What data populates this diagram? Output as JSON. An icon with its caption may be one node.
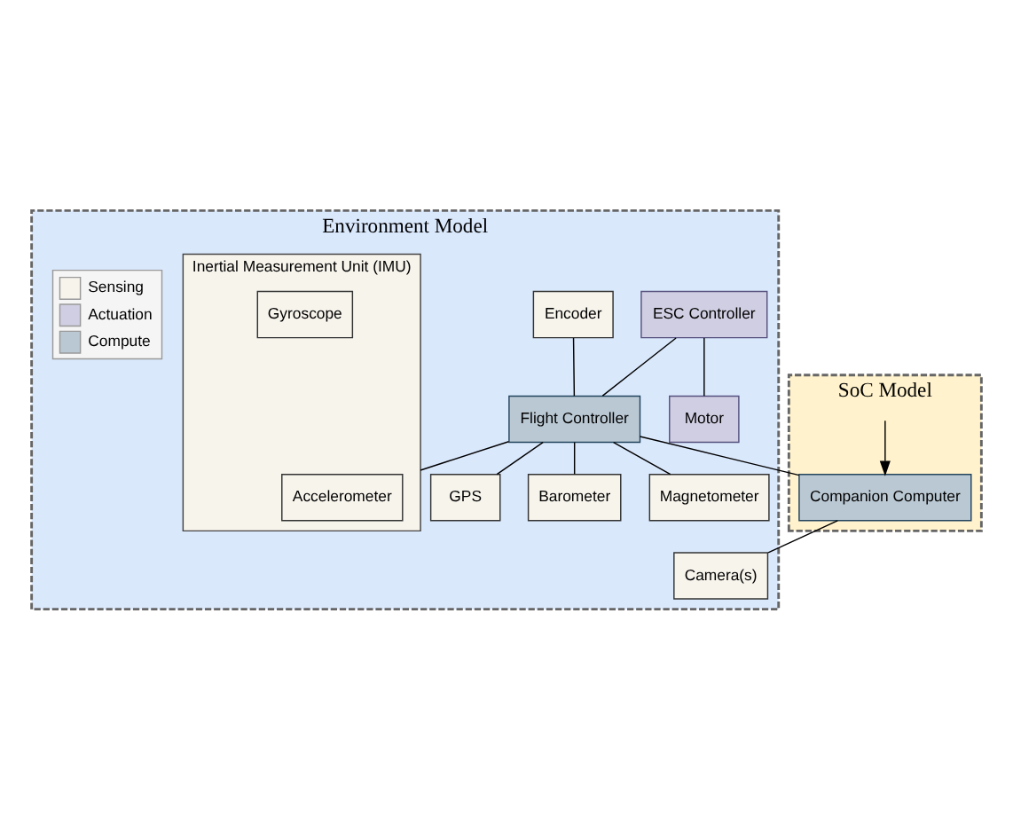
{
  "diagram": {
    "nodes": [
      {
        "text": [
          "Environment Model"
        ]
      },
      {
        "text": [
          "SoC Model"
        ]
      },
      {
        "text": [
          "ESC Controller"
        ],
        "in": 0
      },
      {
        "text": [
          "Motor"
        ],
        "in": 0
      },
      {
        "text": [
          "Encoder"
        ],
        "in": 0
      },
      {
        "text": [
          "Flight Controller"
        ],
        "in": 0
      },
      {
        "text": [
          "Companion Computer"
        ],
        "in": 1
      },
      {
        "text": [
          "Inertial Measurement Unit (IMU)"
        ],
        "in": 0
      },
      {
        "text": [
          "Accelerometer"
        ],
        "in": 7
      },
      {
        "text": [
          "Gyroscope"
        ],
        "in": 7
      },
      {
        "text": [
          "Magnetometer"
        ],
        "in": 0
      },
      {
        "text": [
          "GPS"
        ],
        "in": 0
      },
      {
        "text": [
          "Barometer"
        ],
        "in": 0
      },
      {
        "text": [
          "Camera(s)"
        ],
        "in": 0
      }
    ],
    "edges": [
      {
        "from": 2,
        "to": 3,
        "arrow": "none"
      },
      {
        "from": 2,
        "to": 5,
        "arrow": "none"
      },
      {
        "from": 4,
        "to": 5,
        "arrow": "none"
      },
      {
        "from": 5,
        "to": 6,
        "arrow": "none"
      },
      {
        "from": null,
        "to": 6,
        "arrow": "to"
      },
      {
        "from": 5,
        "to": 7,
        "arrow": "none"
      },
      {
        "from": 5,
        "to": 10,
        "arrow": "none"
      },
      {
        "from": 5,
        "to": 11,
        "arrow": "none"
      },
      {
        "from": 5,
        "to": 12,
        "arrow": "none"
      },
      {
        "from": 6,
        "to": 13,
        "arrow": "none"
      }
    ],
    "legend": [
      {
        "text": "Sensing",
        "color": "#f7f4ec"
      },
      {
        "text": "Actuation",
        "color": "#d0cee2"
      },
      {
        "text": "Compute",
        "color": "#bac8d3"
      }
    ]
  }
}
